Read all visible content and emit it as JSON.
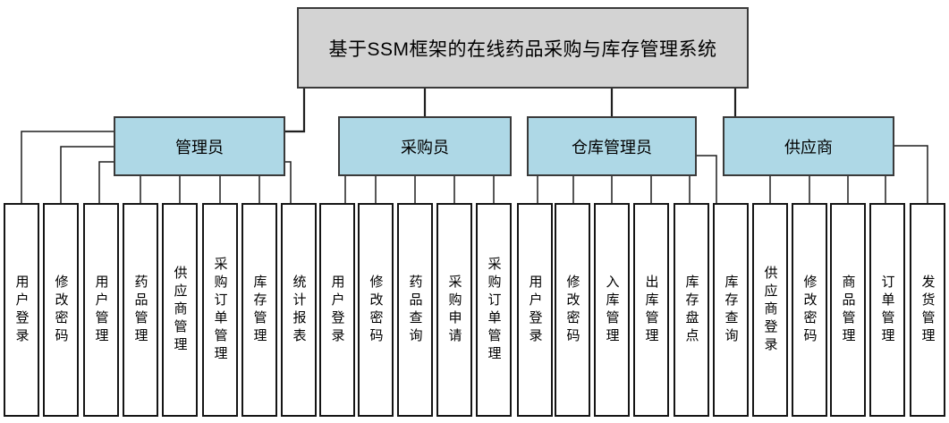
{
  "title": "基于SSM框架的在线药品采购与库存管理系统",
  "colors": {
    "title_fill": "#d3d3d3",
    "role_fill": "#aed8e6",
    "leaf_fill": "#ffffff",
    "line": "#1f1f1f"
  },
  "roles": [
    {
      "label": "管理员",
      "leaves": [
        "用户登录",
        "修改密码",
        "用户管理",
        "药品管理",
        "供应商管理",
        "采购订单管理",
        "库存管理",
        "统计报表"
      ]
    },
    {
      "label": "采购员",
      "leaves": [
        "用户登录",
        "修改密码",
        "药品查询",
        "采购申请",
        "采购订单管理"
      ]
    },
    {
      "label": "仓库管理员",
      "leaves": [
        "用户登录",
        "修改密码",
        "入库管理",
        "出库管理",
        "库存盘点",
        "库存查询"
      ]
    },
    {
      "label": "供应商",
      "leaves": [
        "供应商登录",
        "修改密码",
        "商品管理",
        "订单管理",
        "发货管理"
      ]
    }
  ]
}
